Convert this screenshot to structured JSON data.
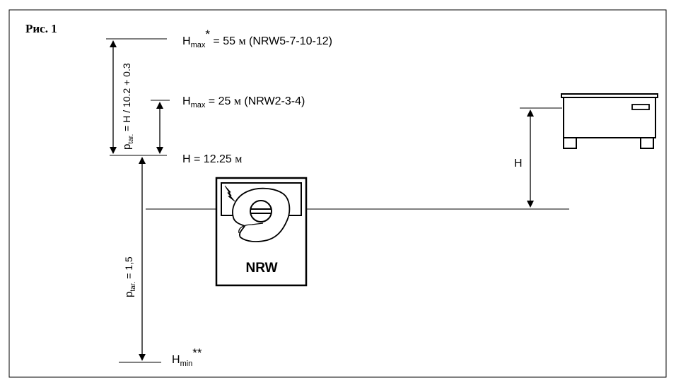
{
  "figure": {
    "caption": "Рис. 1"
  },
  "levels": {
    "hmax_high": {
      "symbol": "H",
      "sub": "max",
      "sup": "*",
      "equals": " = 55 ",
      "unit": "м",
      "models": "(NRW5-7-10-12)"
    },
    "hmax_low": {
      "symbol": "H",
      "sub": "max",
      "equals": " = 25 ",
      "unit": "м",
      "models": "(NRW2-3-4)"
    },
    "h_ref": {
      "text": "H = 12.25 ",
      "unit": "м"
    },
    "hmin": {
      "symbol": "H",
      "sub": "min",
      "sup": "**"
    }
  },
  "pressure": {
    "upper": {
      "symbol": "p",
      "sub": "tar.",
      "formula": " = H / 10.2 + 0.3"
    },
    "lower": {
      "symbol": "p",
      "sub": "tar.",
      "formula": " = 1,5"
    }
  },
  "device": {
    "label": "NRW"
  },
  "indoor_unit": {
    "height_label": "H"
  }
}
